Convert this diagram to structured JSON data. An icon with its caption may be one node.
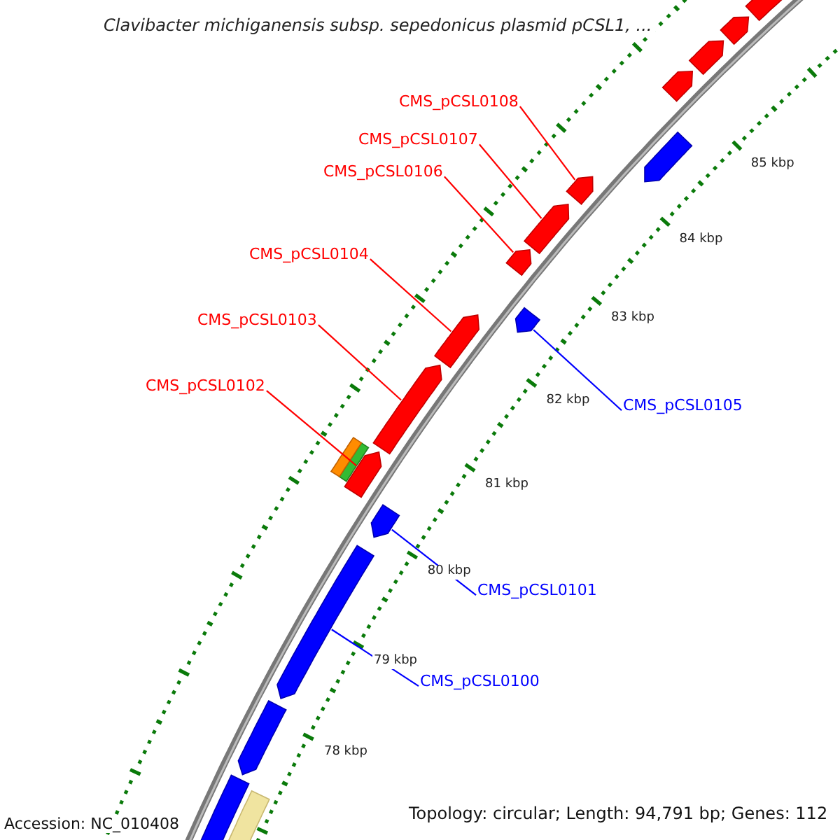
{
  "diagram": {
    "title": "Clavibacter michiganensis subsp. sepedonicus plasmid pCSL1, ...",
    "nodes": [
      {
        "text": [
          "CMS_pCSL0108"
        ]
      },
      {
        "text": [
          "CMS_pCSL0107"
        ]
      },
      {
        "text": [
          "CMS_pCSL0106"
        ]
      },
      {
        "text": [
          "CMS_pCSL0104"
        ]
      },
      {
        "text": [
          "CMS_pCSL0103"
        ]
      },
      {
        "text": [
          "CMS_pCSL0105"
        ]
      },
      {
        "text": [
          "CMS_pCSL0102"
        ]
      },
      {
        "text": [
          "CMS_pCSL0101"
        ]
      },
      {
        "text": [
          "CMS_pCSL0100"
        ]
      },
      {
        "text": [],
        "shape": "pentagon"
      },
      {
        "text": [],
        "shape": "pentagon"
      },
      {
        "text": [],
        "shape": "pentagon"
      },
      {
        "text": [],
        "shape": "pentagon"
      },
      {
        "text": [],
        "shape": "pentagon"
      },
      {
        "text": [],
        "shape": "pentagon"
      },
      {
        "text": [],
        "shape": "pentagon"
      },
      {
        "text": [],
        "shape": "pentagon"
      },
      {
        "text": [],
        "shape": "pentagon"
      },
      {
        "text": [],
        "shape": "pentagon"
      },
      {
        "text": [],
        "shape": "pentagon"
      },
      {
        "text": [],
        "shape": "pentagon"
      },
      {
        "text": [],
        "shape": "pentagon"
      },
      {
        "text": [],
        "shape": "pentagon"
      },
      {
        "text": [],
        "shape": "pentagon"
      },
      {
        "text": [],
        "shape": "pentagon"
      },
      {
        "text": [],
        "shape": "bar"
      },
      {
        "text": [],
        "shape": "bar"
      },
      {
        "text": [],
        "shape": "bar"
      }
    ],
    "edges": [
      {
        "from": 0,
        "to": 9,
        "arrow": "none"
      },
      {
        "from": 1,
        "to": 10,
        "arrow": "none"
      },
      {
        "from": 2,
        "to": 11,
        "arrow": "none"
      },
      {
        "from": 3,
        "to": 12,
        "arrow": "none"
      },
      {
        "from": 4,
        "to": 13,
        "arrow": "none"
      },
      {
        "from": 5,
        "to": 14,
        "arrow": "none",
        "color": "#0000ff"
      },
      {
        "from": 6,
        "to": 15,
        "arrow": "none"
      },
      {
        "from": 7,
        "to": 16,
        "arrow": "none",
        "color": "#0000ff"
      },
      {
        "from": 8,
        "to": 17,
        "arrow": "none",
        "color": "#0000ff"
      }
    ],
    "labels": [
      "85 kbp",
      "84 kbp",
      "83 kbp",
      "82 kbp",
      "81 kbp",
      "80 kbp",
      "79 kbp",
      "78 kbp",
      "Accession: NC_010408",
      "Topology: circular; Length: 94,791 bp; Genes: 112"
    ]
  }
}
